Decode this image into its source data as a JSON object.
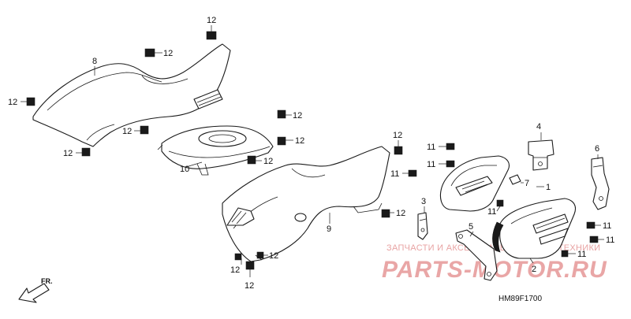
{
  "diagram": {
    "code": "HM89F1700",
    "direction_label": "FR.",
    "watermark": {
      "line1": "ЗАПЧАСТИ И АКСЕССУАРЫ ДЛЯ МОТОТЕХНИКИ",
      "line2": "PARTS-MOTOR.RU"
    },
    "callouts": {
      "c1": "1",
      "c2": "2",
      "c3": "3",
      "c4": "4",
      "c5": "5",
      "c6": "6",
      "c7": "7",
      "c8": "8",
      "c9": "9",
      "c10": "10",
      "c11": "11",
      "c12": "12"
    }
  }
}
